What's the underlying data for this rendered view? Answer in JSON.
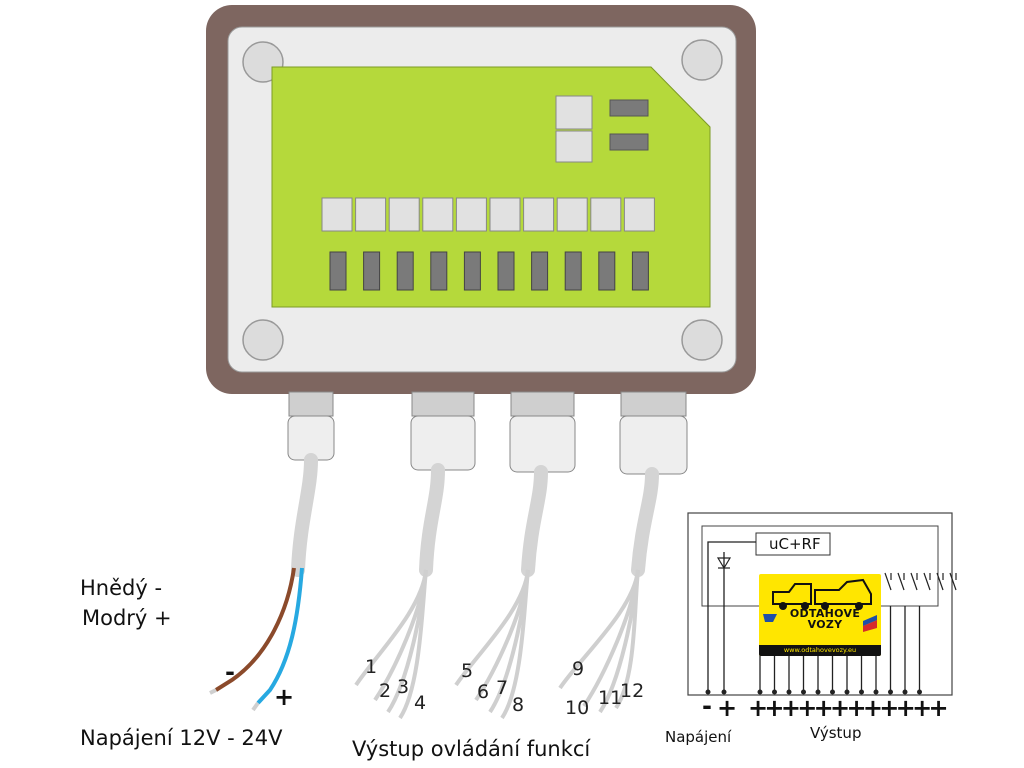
{
  "wires": {
    "brown_label": "Hnědý -",
    "blue_label": "Modrý +",
    "minus": "-",
    "plus": "+",
    "power_label": "Napájení 12V - 24V",
    "outputs_label": "Výstup  ovládání funkcí",
    "numbers": [
      "1",
      "2",
      "3",
      "4",
      "5",
      "6",
      "7",
      "8",
      "9",
      "10",
      "11",
      "12"
    ]
  },
  "schematic": {
    "module_label": "uC+RF",
    "logo": {
      "line1": "ODTAHOVÉ",
      "line2": "VOZY",
      "url": "www.odtahovevozy.eu"
    },
    "minus": "-",
    "plus": "+",
    "output_pluses": "++++++++++++",
    "power_label": "Napájení",
    "output_label": "Výstup"
  },
  "colors": {
    "housing": "#7e6660",
    "panel": "#ececec",
    "board": "#b5d93b",
    "brown_wire": "#8b4a2b",
    "blue_wire": "#27a9e1",
    "cable": "#d4d4d4"
  }
}
